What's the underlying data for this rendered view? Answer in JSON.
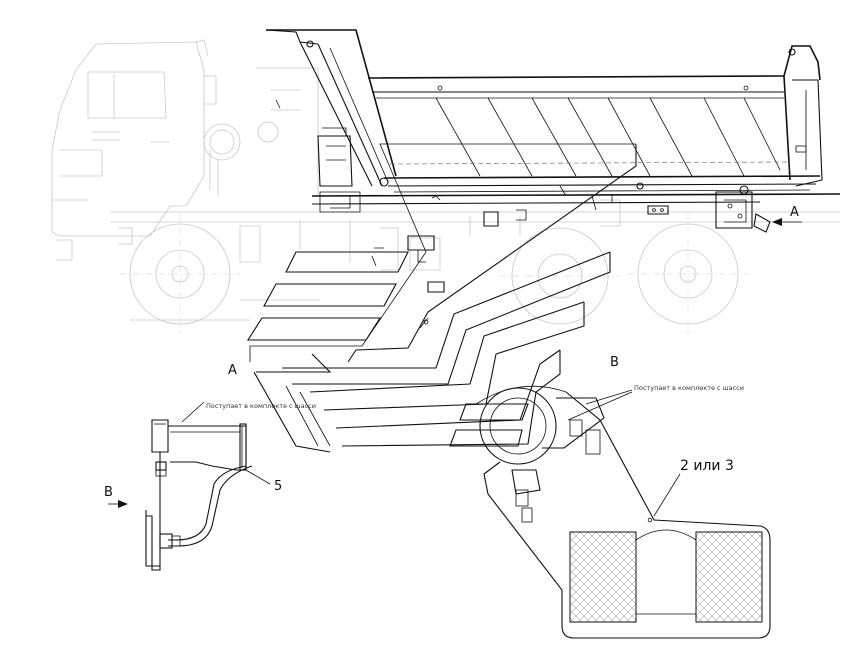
{
  "labels": {
    "view_a_top": "A",
    "view_a": "A",
    "view_b_left": "B",
    "view_b": "B",
    "item_5": "5",
    "item_2_or_3": "2 или 3",
    "note_left": "Поступает в комплекте с шасси",
    "note_right": "Поступает в комплекте с шасси"
  },
  "colors": {
    "line": "#111111",
    "ghost_line": "#c8c8c8",
    "background": "#ffffff"
  }
}
